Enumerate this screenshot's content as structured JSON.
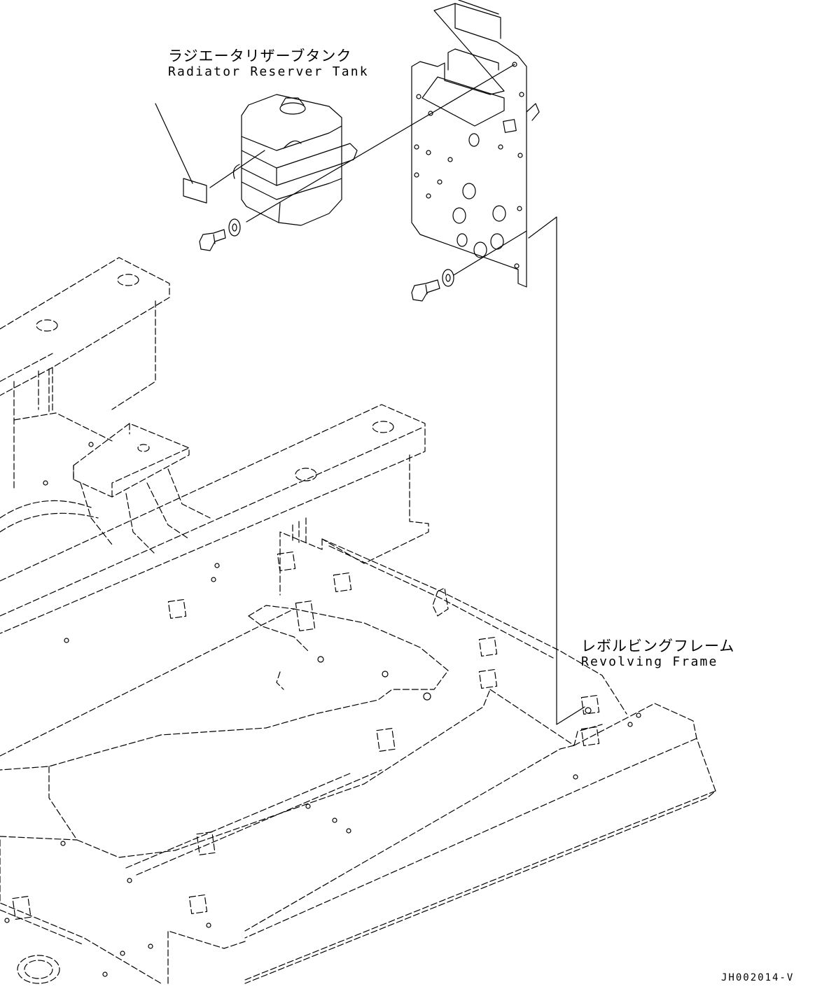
{
  "labels": {
    "tank": {
      "jp": "ラジエータリザーブタンク",
      "en": "Radiator Reserver Tank"
    },
    "frame": {
      "jp": "レボルビングフレーム",
      "en": "Revolving Frame"
    },
    "drawing_code": "JH002014-V"
  },
  "colors": {
    "line": "#000000",
    "background": "#ffffff"
  }
}
